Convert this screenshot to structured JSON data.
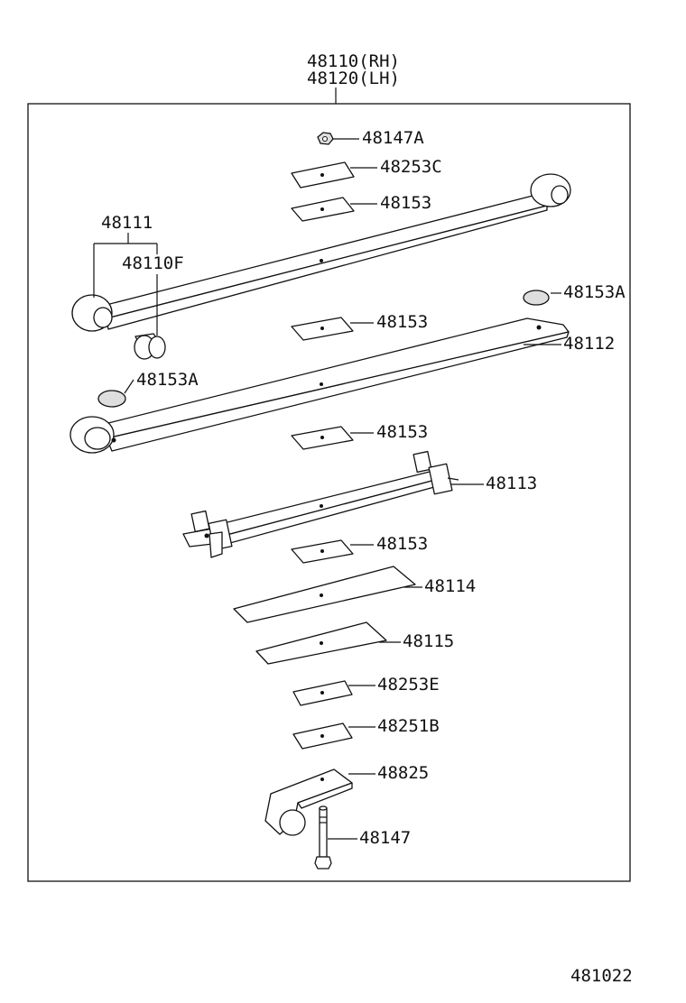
{
  "diagram": {
    "assembly_rh": "48110(RH)",
    "assembly_lh": "48120(LH)",
    "figure_code": "481022",
    "parts": {
      "p48147A": "48147A",
      "p48253C": "48253C",
      "p48153_1": "48153",
      "p48111": "48111",
      "p48110F": "48110F",
      "p48153A_r": "48153A",
      "p48153_2": "48153",
      "p48112": "48112",
      "p48153A_l": "48153A",
      "p48153_3": "48153",
      "p48113": "48113",
      "p48153_4": "48153",
      "p48114": "48114",
      "p48115": "48115",
      "p48253E": "48253E",
      "p48251B": "48251B",
      "p48825": "48825",
      "p48147": "48147"
    }
  }
}
